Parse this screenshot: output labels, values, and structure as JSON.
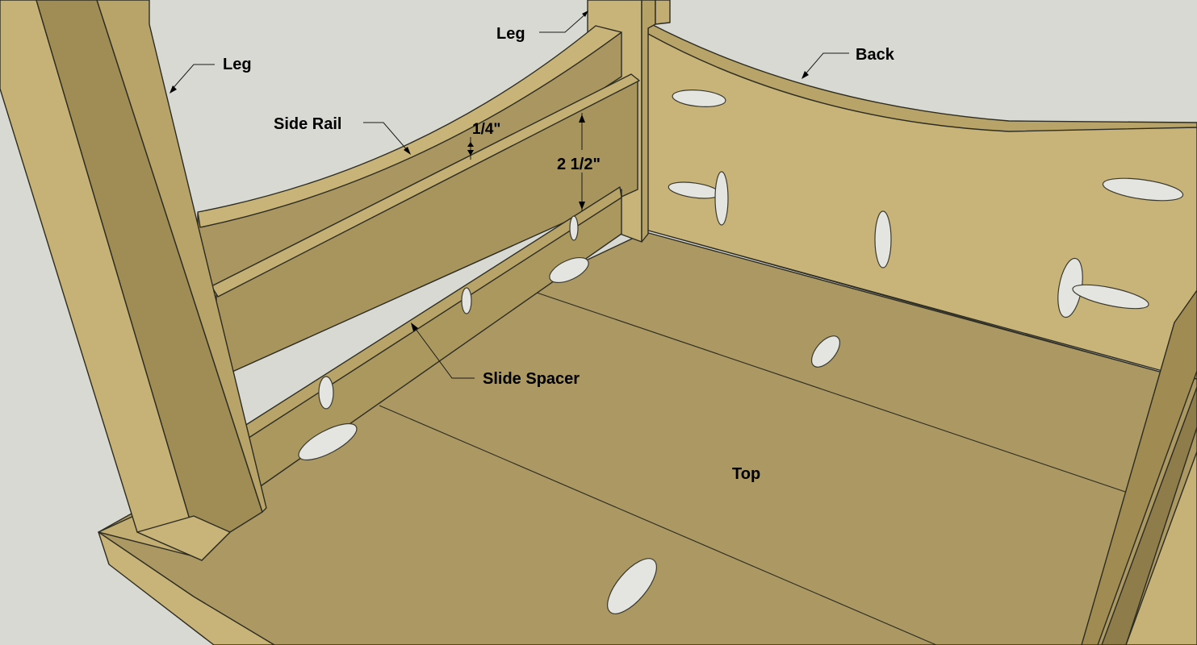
{
  "labels": {
    "leg_left": "Leg",
    "leg_top": "Leg",
    "back": "Back",
    "side_rail": "Side Rail",
    "dim_quarter": "1/4\"",
    "dim_two_half": "2 1/2\"",
    "slide_spacer": "Slide Spacer",
    "top": "Top"
  },
  "colors": {
    "background": "#d9d9d4",
    "wood_light": "#c8b478",
    "wood_mid": "#b09c62",
    "wood_dark": "#9c8a55",
    "wood_shadow": "#8e7c4a",
    "hole": "#e4e4e0"
  }
}
